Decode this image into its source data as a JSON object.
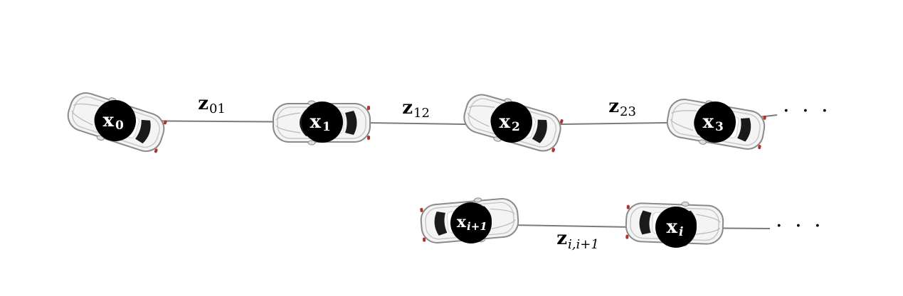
{
  "diagram": {
    "row1": {
      "nodes": [
        {
          "base": "x",
          "sub": "0"
        },
        {
          "base": "x",
          "sub": "1"
        },
        {
          "base": "x",
          "sub": "2"
        },
        {
          "base": "x",
          "sub": "3"
        }
      ],
      "edges": [
        {
          "base": "z",
          "sub": "01"
        },
        {
          "base": "z",
          "sub": "12"
        },
        {
          "base": "z",
          "sub": "23"
        }
      ],
      "continuation": "· · ·"
    },
    "row2": {
      "nodes": [
        {
          "base": "x",
          "sub": "i+1"
        },
        {
          "base": "x",
          "sub": "i"
        }
      ],
      "edges": [
        {
          "base": "z",
          "sub": "i,i+1"
        }
      ],
      "continuation": "· · ·"
    },
    "colors": {
      "node_fill": "#000000",
      "node_text": "#ffffff",
      "edge": "#7a7a7a",
      "car_body": "#f4f4f4",
      "car_window": "#1a1a1a",
      "tail_light": "#b0302a"
    }
  }
}
